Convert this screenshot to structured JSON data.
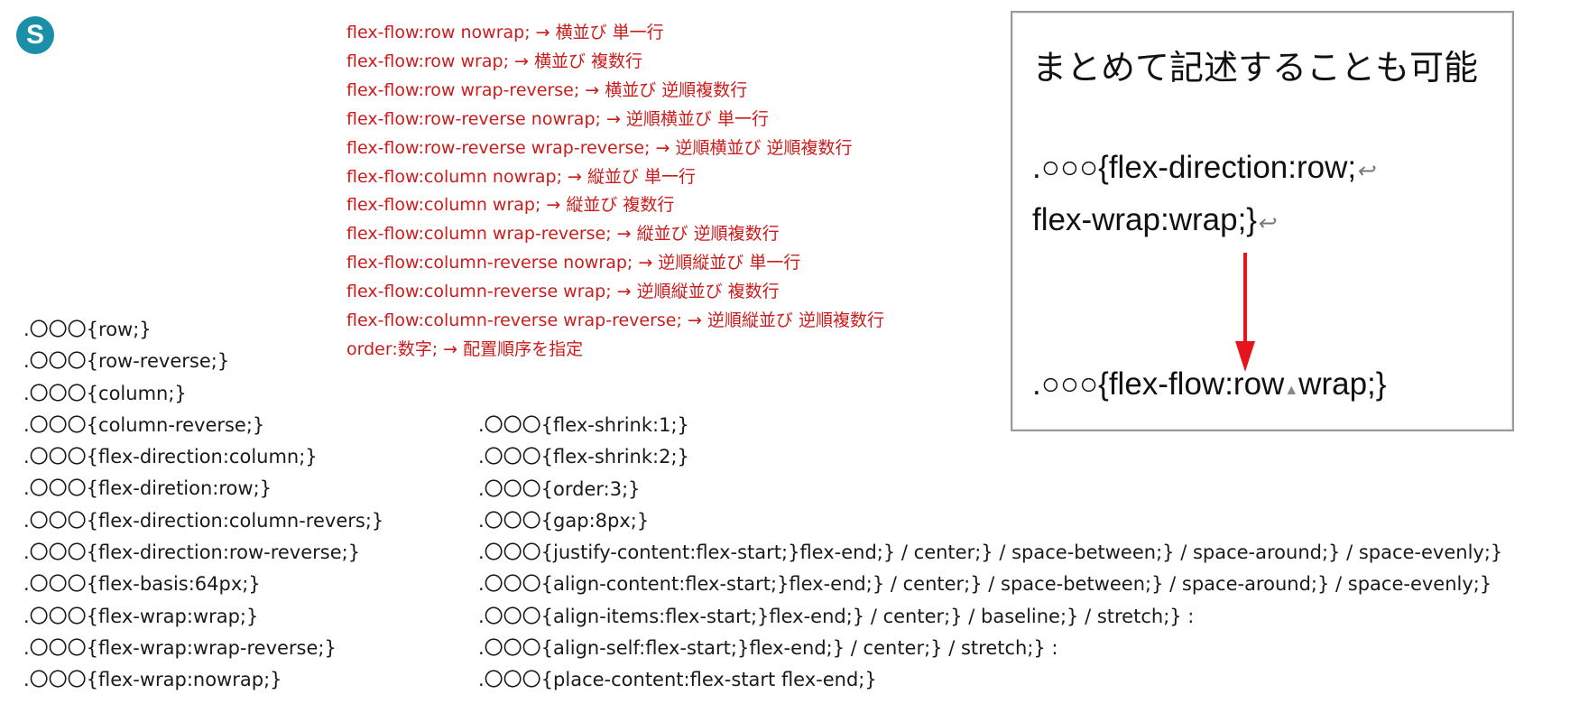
{
  "logo": {
    "letter": "S"
  },
  "red_lines": [
    "flex-flow:row nowrap; → 横並び 単一行",
    "flex-flow:row wrap; → 横並び 複数行",
    "flex-flow:row wrap-reverse; → 横並び 逆順複数行",
    "flex-flow:row-reverse nowrap; → 逆順横並び 単一行",
    "flex-flow:row-reverse wrap-reverse; → 逆順横並び 逆順複数行",
    "flex-flow:column nowrap; → 縦並び 単一行",
    "flex-flow:column wrap; → 縦並び 複数行",
    "flex-flow:column wrap-reverse; → 縦並び 逆順複数行",
    "flex-flow:column-reverse nowrap; → 逆順縦並び 単一行",
    "flex-flow:column-reverse wrap; → 逆順縦並び 複数行",
    "flex-flow:column-reverse wrap-reverse; → 逆順縦並び 逆順複数行",
    "order:数字; → 配置順序を指定"
  ],
  "left_lines": [
    ".〇〇〇{row;}",
    ".〇〇〇{row-reverse;}",
    ".〇〇〇{column;}",
    ".〇〇〇{column-reverse;}",
    ".〇〇〇{flex-direction:column;}",
    ".〇〇〇{flex-diretion:row;}",
    ".〇〇〇{flex-direction:column-revers;}",
    ".〇〇〇{flex-direction:row-reverse;}",
    ".〇〇〇{flex-basis:64px;}",
    ".〇〇〇{flex-wrap:wrap;}",
    ".〇〇〇{flex-wrap:wrap-reverse;}",
    ".〇〇〇{flex-wrap:nowrap;}"
  ],
  "right_lines": [
    ".〇〇〇{flex-shrink:1;}",
    ".〇〇〇{flex-shrink:2;}",
    ".〇〇〇{order:3;}",
    ".〇〇〇{gap:8px;}",
    ".〇〇〇{justify-content:flex-start;}flex-end;} / center;} / space-between;} / space-around;} / space-evenly;}",
    ".〇〇〇{align-content:flex-start;}flex-end;} / center;} / space-between;} / space-around;} / space-evenly;}",
    ".〇〇〇{align-items:flex-start;}flex-end;} / center;} / baseline;} / stretch;} :",
    ".〇〇〇{align-self:flex-start;}flex-end;} / center;} / stretch;} :",
    ".〇〇〇{place-content:flex-start flex-end;}"
  ],
  "panel": {
    "title": "まとめて記述することも可能",
    "line1": ".○○○{flex-direction:row;",
    "line2": "flex-wrap:wrap;}",
    "line3_a": ".○○○{flex-flow:row",
    "line3_b": "wrap;}",
    "return_mark": "↩",
    "space_mark": "▲",
    "arrow_color": "#e8141b"
  }
}
